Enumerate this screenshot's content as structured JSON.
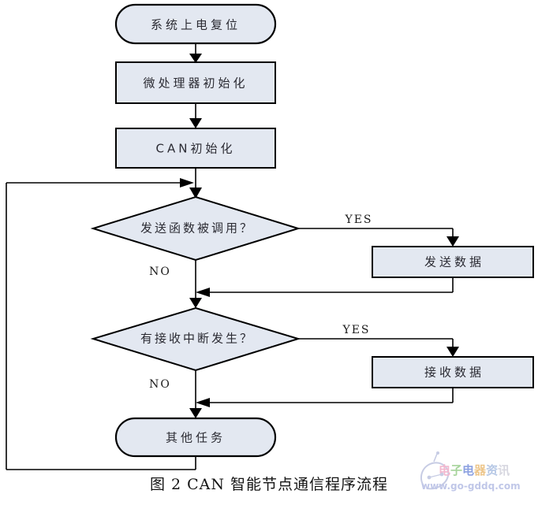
{
  "figure": {
    "caption": "图 2  CAN 智能节点通信程序流程"
  },
  "nodes": {
    "start": {
      "label": "系统上电复位",
      "shape": "terminator"
    },
    "mcu_init": {
      "label": "微处理器初始化",
      "shape": "process"
    },
    "can_init": {
      "label": "CAN初始化",
      "shape": "process"
    },
    "send_check": {
      "label": "发送函数被调用？",
      "shape": "decision"
    },
    "send_data": {
      "label": "发送数据",
      "shape": "process"
    },
    "recv_check": {
      "label": "有接收中断发生？",
      "shape": "decision"
    },
    "recv_data": {
      "label": "接收数据",
      "shape": "process"
    },
    "other_tasks": {
      "label": "其他任务",
      "shape": "terminator"
    }
  },
  "edge_labels": {
    "send_yes": "YES",
    "send_no": "NO",
    "recv_yes": "YES",
    "recv_no": "NO"
  },
  "watermark": {
    "text_parts": [
      "电",
      "子",
      "电",
      "器",
      "资",
      "讯"
    ],
    "url": "www.go-gddq.com"
  },
  "colors": {
    "node_fill": "#e3e8f1",
    "node_stroke": "#000000",
    "text": "#2b2b33",
    "background": "#ffffff"
  }
}
